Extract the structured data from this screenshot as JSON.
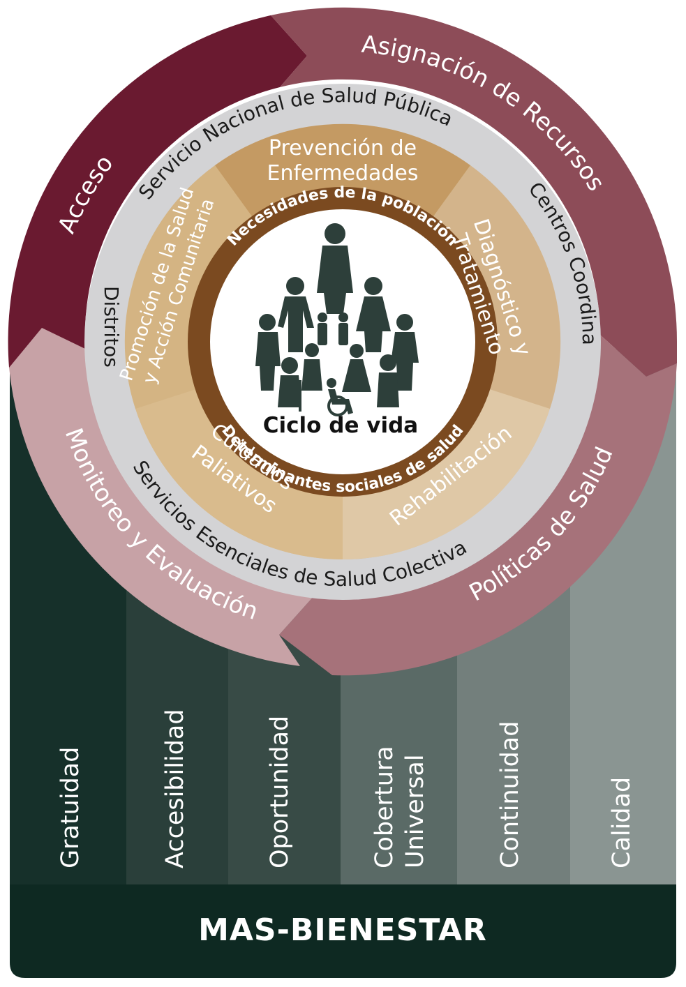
{
  "outer_ring": {
    "acceso": "Acceso",
    "asignacion": "Asignación de Recursos",
    "politicas": "Políticas de Salud",
    "monitoreo": "Monitoreo y Evaluación"
  },
  "gray_ring": {
    "servicio_nacional": "Servicio Nacional de Salud Pública",
    "centros": "Centros Coordinadores",
    "servicios_esenciales": "Servicios Esenciales de Salud Colectiva",
    "distritos": "Distritos"
  },
  "services": {
    "prevencion_line1": "Prevención de",
    "prevencion_line2": "Enfermedades",
    "diagnostico_line1": "Diagnóstico y",
    "diagnostico_line2": "Tratamiento",
    "rehabilitacion": "Rehabilitación",
    "cuidados_line1": "Cuidados",
    "cuidados_line2": "Paliativos",
    "promocion_line1": "Promoción de la Salud",
    "promocion_line2": "y Acción Comunitaria"
  },
  "inner_ring": {
    "necesidades": "Necesidades de la población",
    "determinantes": "Determinantes sociales de salud"
  },
  "center": {
    "label": "Ciclo de vida",
    "icon": "family-life-cycle-icon"
  },
  "pillars": [
    {
      "label": "Gratuidad",
      "color": "#16302a"
    },
    {
      "label": "Accesibilidad",
      "color": "#2a3f3a"
    },
    {
      "label": "Oportunidad",
      "color": "#384b46"
    },
    {
      "label": "Cobertura Universal",
      "color": "#5a6a66",
      "line1": "Cobertura",
      "line2": "Universal"
    },
    {
      "label": "Continuidad",
      "color": "#737f7c"
    },
    {
      "label": "Calidad",
      "color": "#8a9592"
    }
  ],
  "base": {
    "label": "MAS-BIENESTAR",
    "color": "#0e2922"
  },
  "colors": {
    "acceso": "#6a1a30",
    "asignacion": "#8d4c58",
    "politicas": "#a6727a",
    "monitoreo": "#c7a2a6",
    "gray_ring": "#d3d3d5",
    "inner_ring": "#7b4a20"
  }
}
